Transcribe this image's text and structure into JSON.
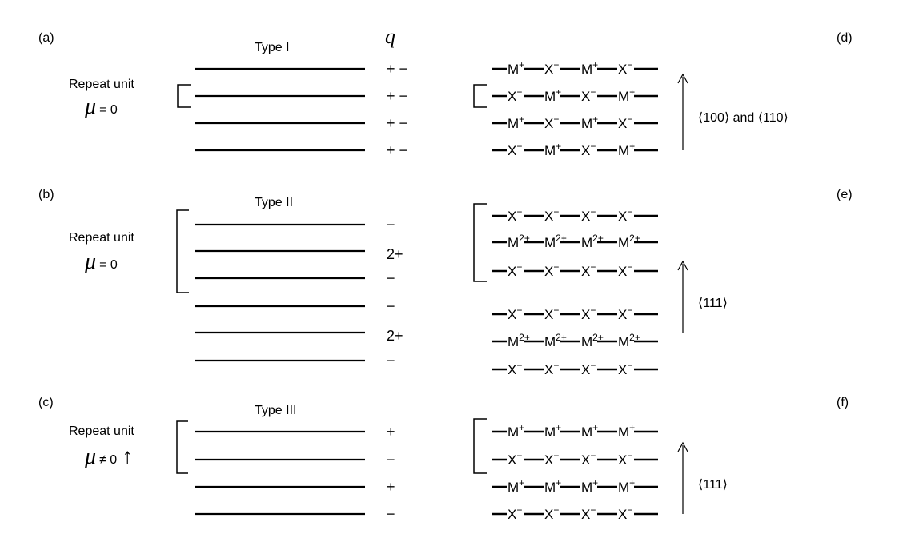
{
  "panel_labels": [
    "(a)",
    "(b)",
    "(c)",
    "(d)",
    "(e)",
    "(f)"
  ],
  "q_header": "q",
  "types": [
    {
      "title": "Type I",
      "repeat_label": "Repeat unit",
      "mu_symbol": "μ",
      "mu_relation": "= 0",
      "mu_arrow": "",
      "layer_charges": [
        "+ −",
        "+ −",
        "+ −",
        "+ −"
      ],
      "direction": "⟨100⟩  and  ⟨110⟩",
      "ion_rows": [
        [
          {
            "b": "M",
            "s": "+"
          },
          {
            "b": "X",
            "s": "−"
          },
          {
            "b": "M",
            "s": "+"
          },
          {
            "b": "X",
            "s": "−"
          }
        ],
        [
          {
            "b": "X",
            "s": "−"
          },
          {
            "b": "M",
            "s": "+"
          },
          {
            "b": "X",
            "s": "−"
          },
          {
            "b": "M",
            "s": "+"
          }
        ],
        [
          {
            "b": "M",
            "s": "+"
          },
          {
            "b": "X",
            "s": "−"
          },
          {
            "b": "M",
            "s": "+"
          },
          {
            "b": "X",
            "s": "−"
          }
        ],
        [
          {
            "b": "X",
            "s": "−"
          },
          {
            "b": "M",
            "s": "+"
          },
          {
            "b": "X",
            "s": "−"
          },
          {
            "b": "M",
            "s": "+"
          }
        ]
      ]
    },
    {
      "title": "Type II",
      "repeat_label": "Repeat unit",
      "mu_symbol": "μ",
      "mu_relation": "= 0",
      "mu_arrow": "",
      "layer_charges": [
        "−",
        "2+",
        "−",
        "−",
        "2+",
        "−"
      ],
      "direction": "⟨111⟩",
      "ion_rows": [
        [
          {
            "b": "X",
            "s": "−"
          },
          {
            "b": "X",
            "s": "−"
          },
          {
            "b": "X",
            "s": "−"
          },
          {
            "b": "X",
            "s": "−"
          }
        ],
        [
          {
            "b": "M",
            "s": "2+"
          },
          {
            "b": "M",
            "s": "2+"
          },
          {
            "b": "M",
            "s": "2+"
          },
          {
            "b": "M",
            "s": "2+"
          }
        ],
        [
          {
            "b": "X",
            "s": "−"
          },
          {
            "b": "X",
            "s": "−"
          },
          {
            "b": "X",
            "s": "−"
          },
          {
            "b": "X",
            "s": "−"
          }
        ],
        [
          {
            "b": "X",
            "s": "−"
          },
          {
            "b": "X",
            "s": "−"
          },
          {
            "b": "X",
            "s": "−"
          },
          {
            "b": "X",
            "s": "−"
          }
        ],
        [
          {
            "b": "M",
            "s": "2+"
          },
          {
            "b": "M",
            "s": "2+"
          },
          {
            "b": "M",
            "s": "2+"
          },
          {
            "b": "M",
            "s": "2+"
          }
        ],
        [
          {
            "b": "X",
            "s": "−"
          },
          {
            "b": "X",
            "s": "−"
          },
          {
            "b": "X",
            "s": "−"
          },
          {
            "b": "X",
            "s": "−"
          }
        ]
      ]
    },
    {
      "title": "Type III",
      "repeat_label": "Repeat unit",
      "mu_symbol": "μ",
      "mu_relation": "≠ 0",
      "mu_arrow": "↑",
      "layer_charges": [
        "+",
        "−",
        "+",
        "−"
      ],
      "direction": "⟨111⟩",
      "ion_rows": [
        [
          {
            "b": "M",
            "s": "+"
          },
          {
            "b": "M",
            "s": "+"
          },
          {
            "b": "M",
            "s": "+"
          },
          {
            "b": "M",
            "s": "+"
          }
        ],
        [
          {
            "b": "X",
            "s": "−"
          },
          {
            "b": "X",
            "s": "−"
          },
          {
            "b": "X",
            "s": "−"
          },
          {
            "b": "X",
            "s": "−"
          }
        ],
        [
          {
            "b": "M",
            "s": "+"
          },
          {
            "b": "M",
            "s": "+"
          },
          {
            "b": "M",
            "s": "+"
          },
          {
            "b": "M",
            "s": "+"
          }
        ],
        [
          {
            "b": "X",
            "s": "−"
          },
          {
            "b": "X",
            "s": "−"
          },
          {
            "b": "X",
            "s": "−"
          },
          {
            "b": "X",
            "s": "−"
          }
        ]
      ]
    }
  ]
}
